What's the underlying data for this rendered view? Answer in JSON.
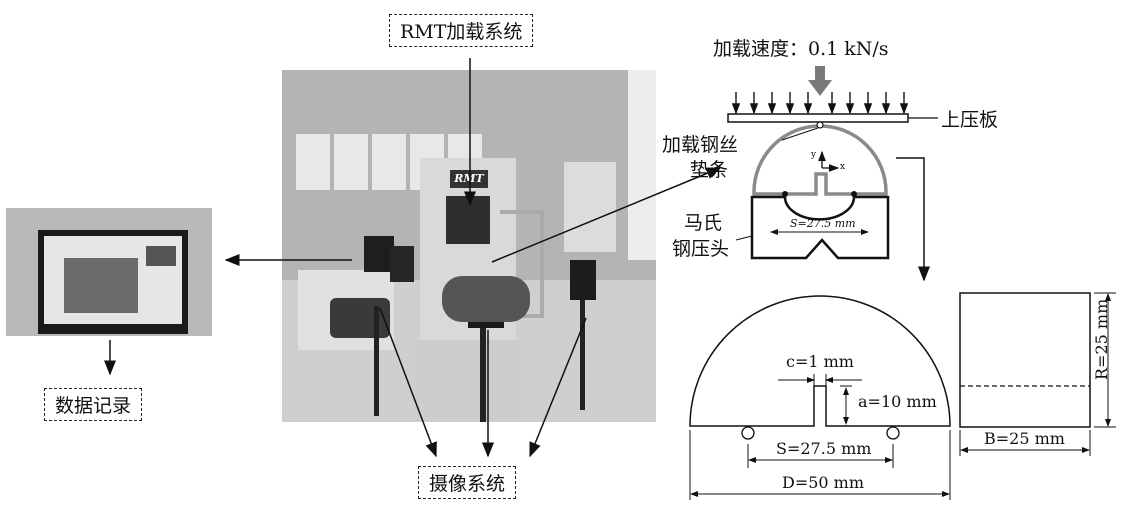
{
  "labels": {
    "rmt_system": "RMT加载系统",
    "data_record": "数据记录",
    "camera_system": "摄像系统",
    "loading_speed": "加载速度：0.1 kN/s",
    "upper_plate": "上压板",
    "loading_wire_line1": "加载钢丝",
    "loading_wire_line2": "垫条",
    "marshall_line1": "马氏",
    "marshall_line2": "钢压头",
    "small_span": "S=27.5 mm",
    "rmt_sign": "RMT",
    "axis_x": "x",
    "axis_y": "y"
  },
  "dimensions": {
    "notch_width": "c=1 mm",
    "notch_depth": "a=10 mm",
    "span": "S=27.5 mm",
    "diameter": "D=50 mm",
    "thickness": "B=25 mm",
    "radius": "R=25 mm"
  },
  "colors": {
    "line": "#111111",
    "gray_specimen": "#8a8a8a",
    "photo_bg": "#9a9a9a"
  }
}
